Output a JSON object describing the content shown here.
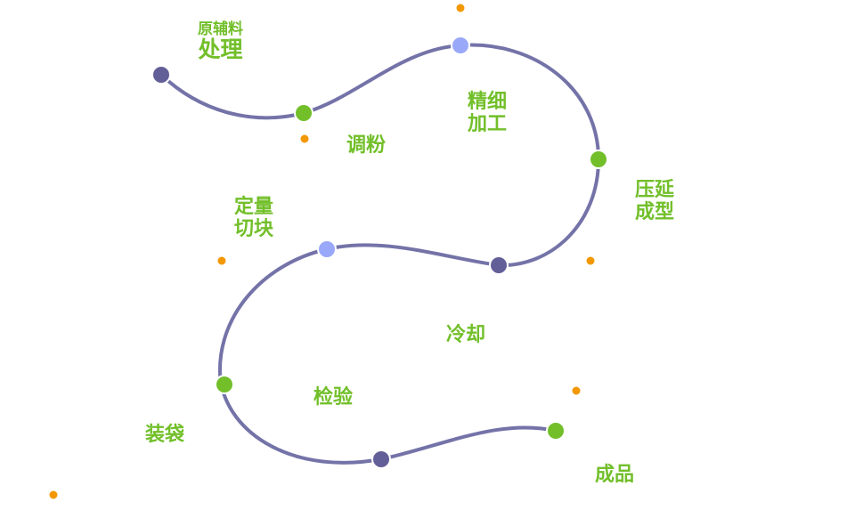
{
  "colors": {
    "path": "#7473a8",
    "green": "#72bf2a",
    "purple": "#625f98",
    "blue": "#99a8f8",
    "orange": "#f39800"
  },
  "steps": [
    {
      "lines": [
        "原辅料",
        "处理"
      ]
    },
    {
      "lines": [
        "调粉"
      ]
    },
    {
      "lines": [
        "精细",
        "加工"
      ]
    },
    {
      "lines": [
        "压延",
        "成型"
      ]
    },
    {
      "lines": [
        "定量",
        "切块"
      ]
    },
    {
      "lines": [
        "冷却"
      ]
    },
    {
      "lines": [
        "检验"
      ]
    },
    {
      "lines": [
        "装袋"
      ]
    },
    {
      "lines": [
        "成品"
      ]
    }
  ],
  "nodes": [
    "purple",
    "green",
    "blue",
    "green",
    "purple",
    "blue",
    "green",
    "purple",
    "green"
  ]
}
